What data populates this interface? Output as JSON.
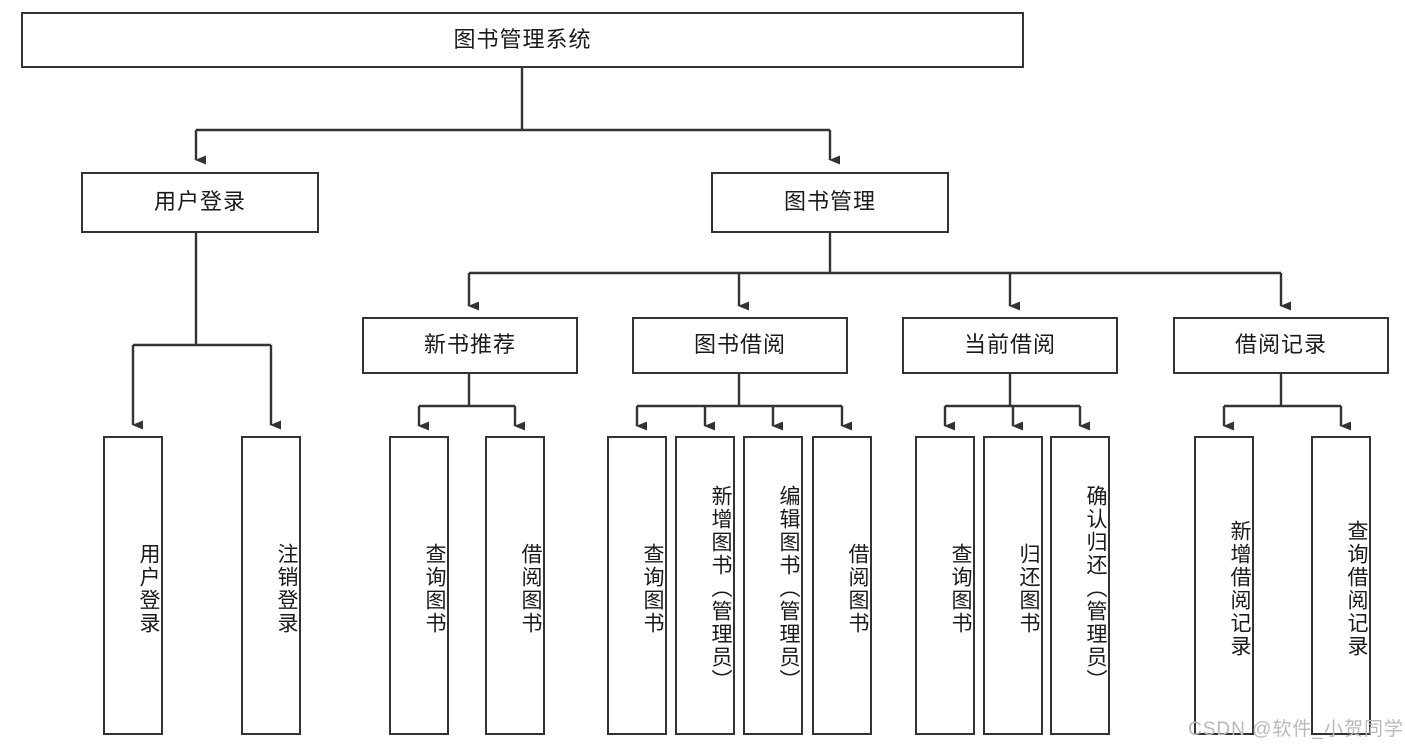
{
  "diagram": {
    "title": "图书管理系统",
    "type": "tree-hierarchy-chart",
    "colors": {
      "box_border": "#333333",
      "box_fill": "#ffffff",
      "connector": "#333333",
      "text": "#1a1a1a",
      "watermark": "#b9b9b9",
      "background": "#ffffff"
    },
    "watermark": "CSDN @软件_小贺同学",
    "root": {
      "label": "图书管理系统"
    },
    "level2": [
      {
        "label": "用户登录"
      },
      {
        "label": "图书管理"
      }
    ],
    "level3": [
      {
        "label": "新书推荐"
      },
      {
        "label": "图书借阅"
      },
      {
        "label": "当前借阅"
      },
      {
        "label": "借阅记录"
      }
    ],
    "leaves": {
      "user_login": [
        {
          "label": "用户登录"
        },
        {
          "label": "注销登录"
        }
      ],
      "new_book_recommend": [
        {
          "label": "查询图书"
        },
        {
          "label": "借阅图书"
        }
      ],
      "book_borrow": [
        {
          "label": "查询图书"
        },
        {
          "label": "新增图书（管理员）"
        },
        {
          "label": "编辑图书（管理员）"
        },
        {
          "label": "借阅图书"
        }
      ],
      "current_borrow": [
        {
          "label": "查询图书"
        },
        {
          "label": "归还图书"
        },
        {
          "label": "确认归还（管理员）"
        }
      ],
      "borrow_record": [
        {
          "label": "新增借阅记录"
        },
        {
          "label": "查询借阅记录"
        }
      ]
    }
  }
}
